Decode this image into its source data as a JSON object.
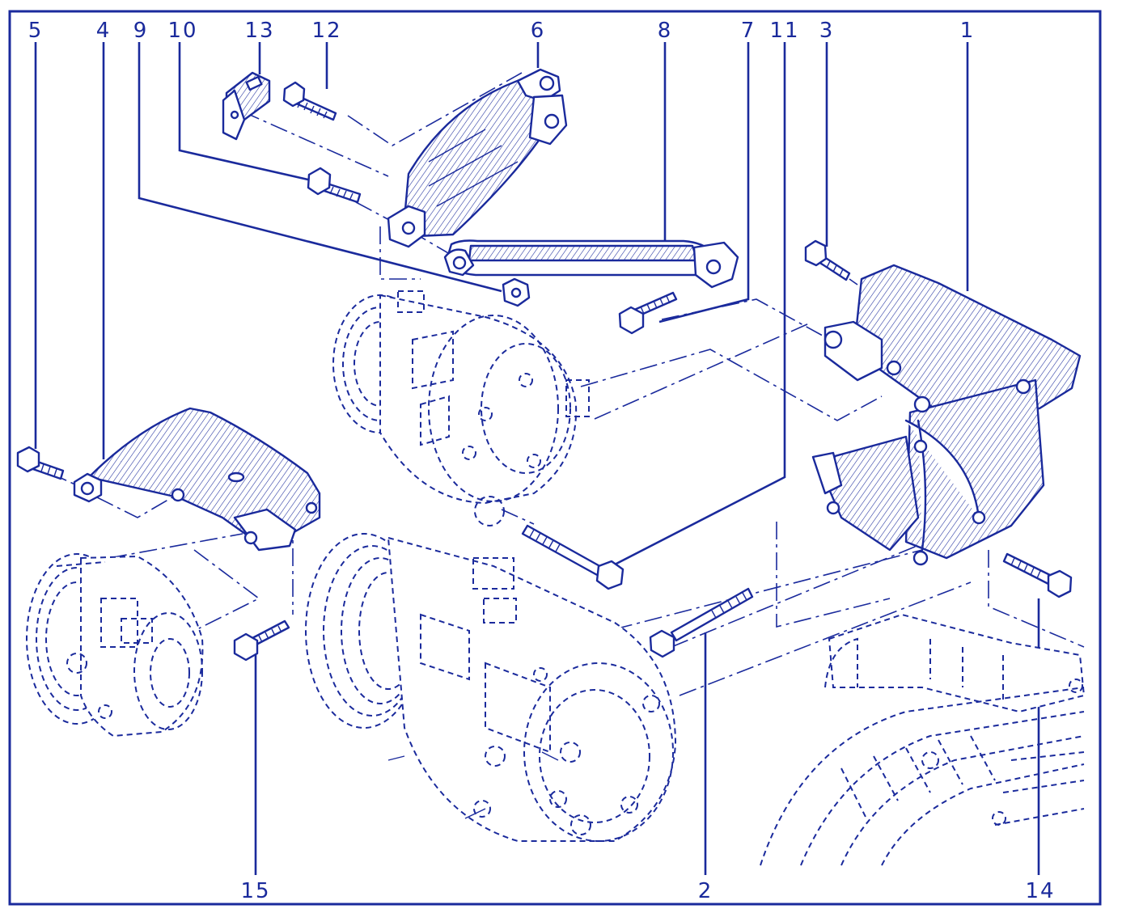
{
  "diagram": {
    "callouts": {
      "c5": "5",
      "c4": "4",
      "c9": "9",
      "c10": "10",
      "c13": "13",
      "c12": "12",
      "c6": "6",
      "c8": "8",
      "c7": "7",
      "c11": "11",
      "c3": "3",
      "c1": "1",
      "c15": "15",
      "c2": "2",
      "c14": "14"
    },
    "colors": {
      "ink": "#1a2a9c",
      "paper": "#ffffff"
    }
  }
}
